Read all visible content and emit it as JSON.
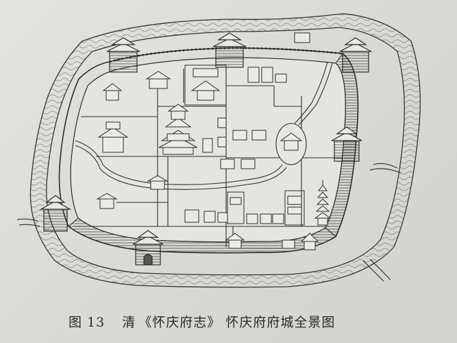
{
  "figure": {
    "number_label": "图 13",
    "dynasty": "清",
    "source": "《怀庆府志》",
    "title": "怀庆府府城全景图"
  },
  "map": {
    "type": "historical-city-map",
    "features": [
      {
        "name": "moat-river",
        "description": "river encircling city walls"
      },
      {
        "name": "city-wall",
        "description": "crenellated wall with corner and gate towers"
      },
      {
        "name": "inner-canal",
        "description": "canal crossing the city from west to east"
      },
      {
        "name": "central-pavilion",
        "description": "large multi-tier building, center-left"
      },
      {
        "name": "yamen-compound",
        "description": "walled compound, top center"
      },
      {
        "name": "pagoda",
        "description": "tall pagoda, east side"
      },
      {
        "name": "island-temple",
        "description": "temple on islet in the canal, east"
      }
    ],
    "colors": {
      "ink": "#2b2b2b",
      "paper": "#dededa"
    }
  }
}
